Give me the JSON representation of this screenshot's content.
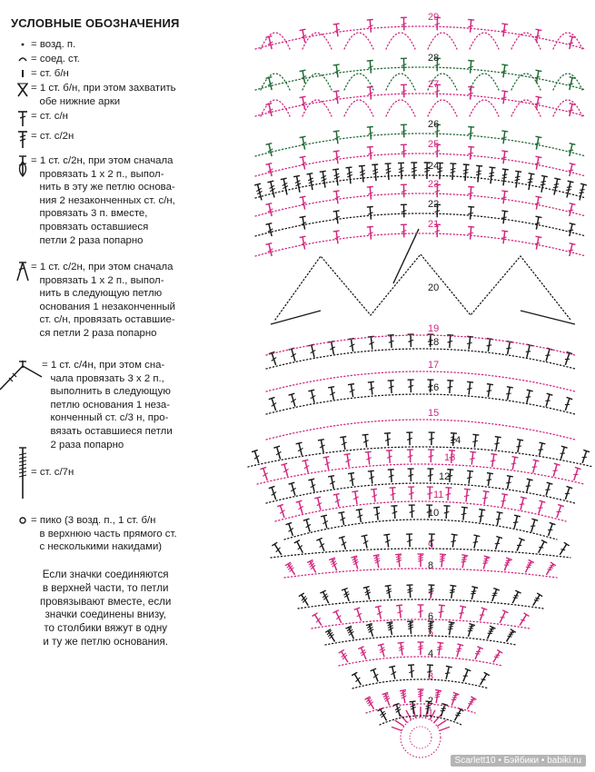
{
  "legend": {
    "title": "УСЛОВНЫЕ ОБОЗНАЧЕНИЯ",
    "items": [
      {
        "icon": "chain-stitch-icon",
        "text": "= возд. п."
      },
      {
        "icon": "slip-stitch-icon",
        "text": "= соед. ст."
      },
      {
        "icon": "single-crochet-icon",
        "text": "= ст. б/н"
      },
      {
        "icon": "sc-both-loops-icon",
        "text": "= 1 ст. б/н, при этом захватить\n   обе нижние арки"
      },
      {
        "icon": "double-crochet-icon",
        "text": "= ст. с/н"
      },
      {
        "icon": "treble-crochet-icon",
        "text": "= ст. с/2н"
      },
      {
        "icon": "treble-cluster-icon",
        "text": "= 1 ст. с/2н, при этом сначала\n   провязать 1 х 2 п., выпол-\n   нить в эту же петлю основа-\n   ния 2 незаконченных ст. с/н,\n   провязать 3 п. вместе,\n   провязать оставшиеся\n   петли 2 раза попарно"
      },
      {
        "icon": "treble-split-icon",
        "text": "= 1 ст. с/2н, при этом сначала\n   провязать 1 х 2 п., выпол-\n   нить в следующую петлю\n   основания 1 незаконченный\n   ст. с/н, провязать оставшие-\n   ся петли 2 раза попарно"
      },
      {
        "icon": "quad-split-icon",
        "text": "= 1 ст. с/4н, при этом сна-\n   чала провязать 3 х 2 п.,\n   выполнить в следующую\n   петлю основания 1 неза-\n   конченный ст. с/3 н, про-\n   вязать оставшиеся петли\n   2 раза попарно"
      },
      {
        "icon": "seven-yarn-over-icon",
        "text": "= ст. с/7н"
      },
      {
        "icon": "picot-icon",
        "text": "= пико (3 возд. п., 1 ст. б/н\n   в верхнюю часть прямого ст.\n   с несколькими накидами)"
      }
    ],
    "note": "Если значки соединяются\nв верхней части, то петли\nпровязывают вместе, если\nзначки соединены внизу,\nто столбики вяжут в одну\nи ту же петлю основания."
  },
  "diagram": {
    "colors": {
      "black": "#1a1a1a",
      "pink": "#d1277f",
      "green": "#1f6b33"
    },
    "rows": [
      "1",
      "2",
      "3",
      "4",
      "5",
      "6",
      "7",
      "8",
      "9",
      "10",
      "11",
      "12",
      "13",
      "14",
      "15",
      "16",
      "17",
      "18",
      "19",
      "20",
      "21",
      "22",
      "23",
      "24",
      "25",
      "26",
      "27",
      "28",
      "29"
    ]
  },
  "watermark": "Scarlett10 • Бэйбики • babiki.ru"
}
